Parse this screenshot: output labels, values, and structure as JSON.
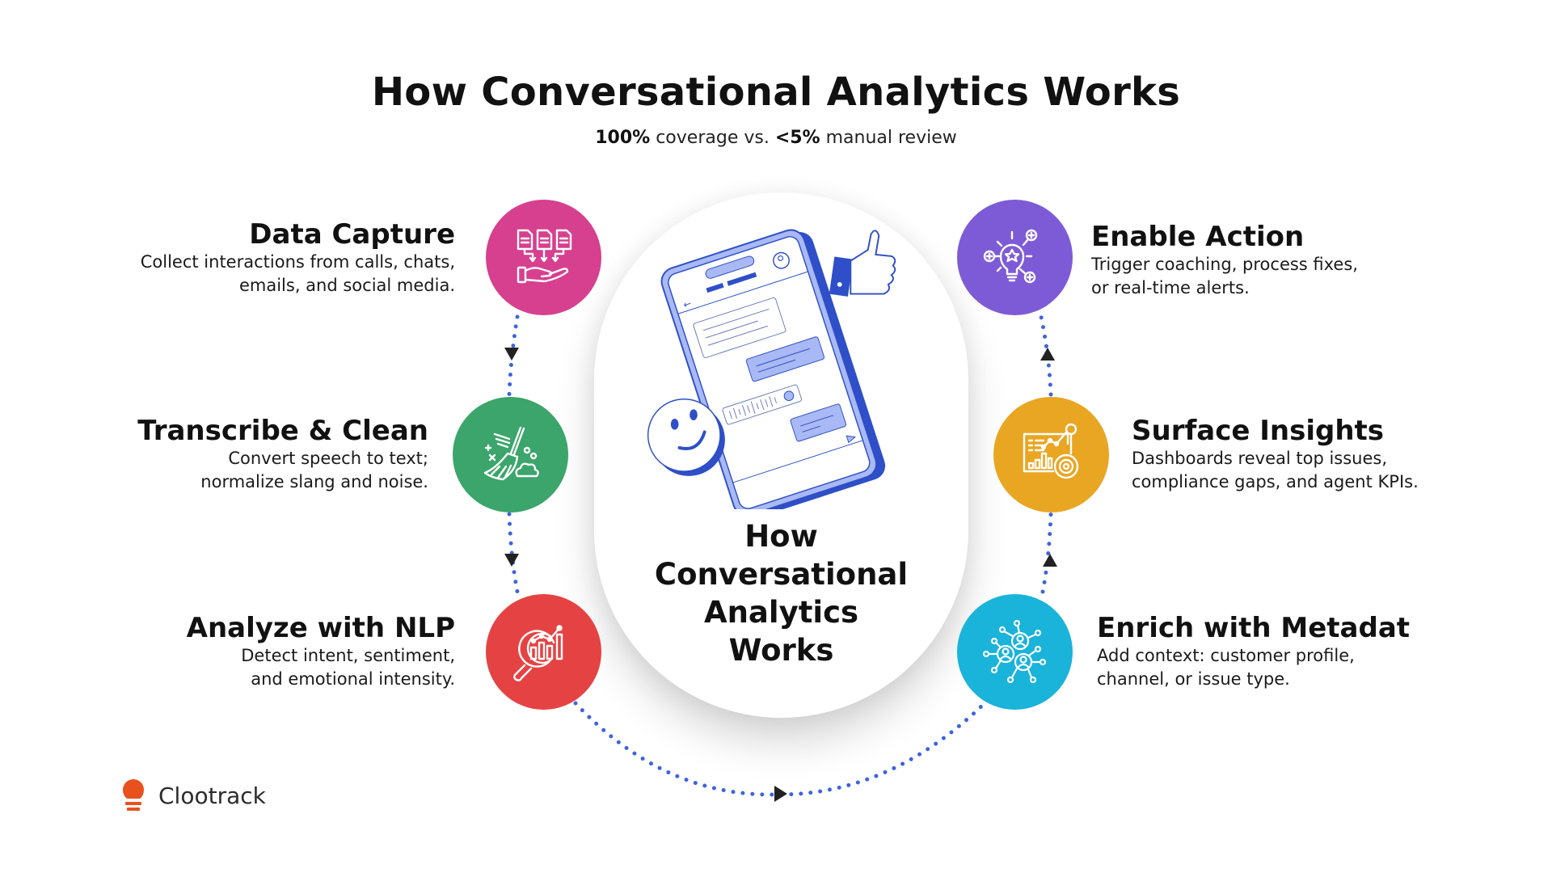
{
  "header": {
    "title": "How Conversational Analytics Works",
    "subtitle": {
      "part1_bold": "100%",
      "part2": " coverage vs. ",
      "part3_bold": "<5%",
      "part4": " manual review"
    }
  },
  "center": {
    "lines": [
      "How",
      "Conversational",
      "Analytics",
      "Works"
    ],
    "illustration": "phone-chat-illustration"
  },
  "steps": [
    {
      "title": "Data Capture",
      "description_lines": [
        "Collect interactions from calls, chats,",
        "emails, and social media."
      ],
      "icon": "documents-to-hand-icon",
      "color": "#D6408F",
      "side": "left"
    },
    {
      "title": "Transcribe & Clean",
      "description_lines": [
        "Convert speech to text;",
        "normalize slang and noise."
      ],
      "icon": "broom-icon",
      "color": "#3BA56B",
      "side": "left"
    },
    {
      "title": "Analyze with NLP",
      "description_lines": [
        "Detect intent, sentiment,",
        "and emotional intensity."
      ],
      "icon": "magnifier-chart-icon",
      "color": "#E54343",
      "side": "left"
    },
    {
      "title": "Enrich with Metadat",
      "description_lines": [
        "Add context: customer profile,",
        "channel, or issue type."
      ],
      "icon": "user-network-icon",
      "color": "#1AB3DA",
      "side": "right"
    },
    {
      "title": "Surface Insights",
      "description_lines": [
        "Dashboards reveal top issues,",
        "compliance gaps, and agent KPIs."
      ],
      "icon": "dashboard-icon",
      "color": "#E9A623",
      "side": "right"
    },
    {
      "title": "Enable Action",
      "description_lines": [
        "Trigger coaching, process fixes,",
        "or real-time alerts."
      ],
      "icon": "lightbulb-star-icon",
      "color": "#7E5BD6",
      "side": "right"
    }
  ],
  "flow": {
    "dot_color": "#3D63DD",
    "arrow_color": "#222222",
    "direction": "clockwise-from-left-top"
  },
  "brand": {
    "name": "Clootrack",
    "logo_color": "#E8501E"
  }
}
